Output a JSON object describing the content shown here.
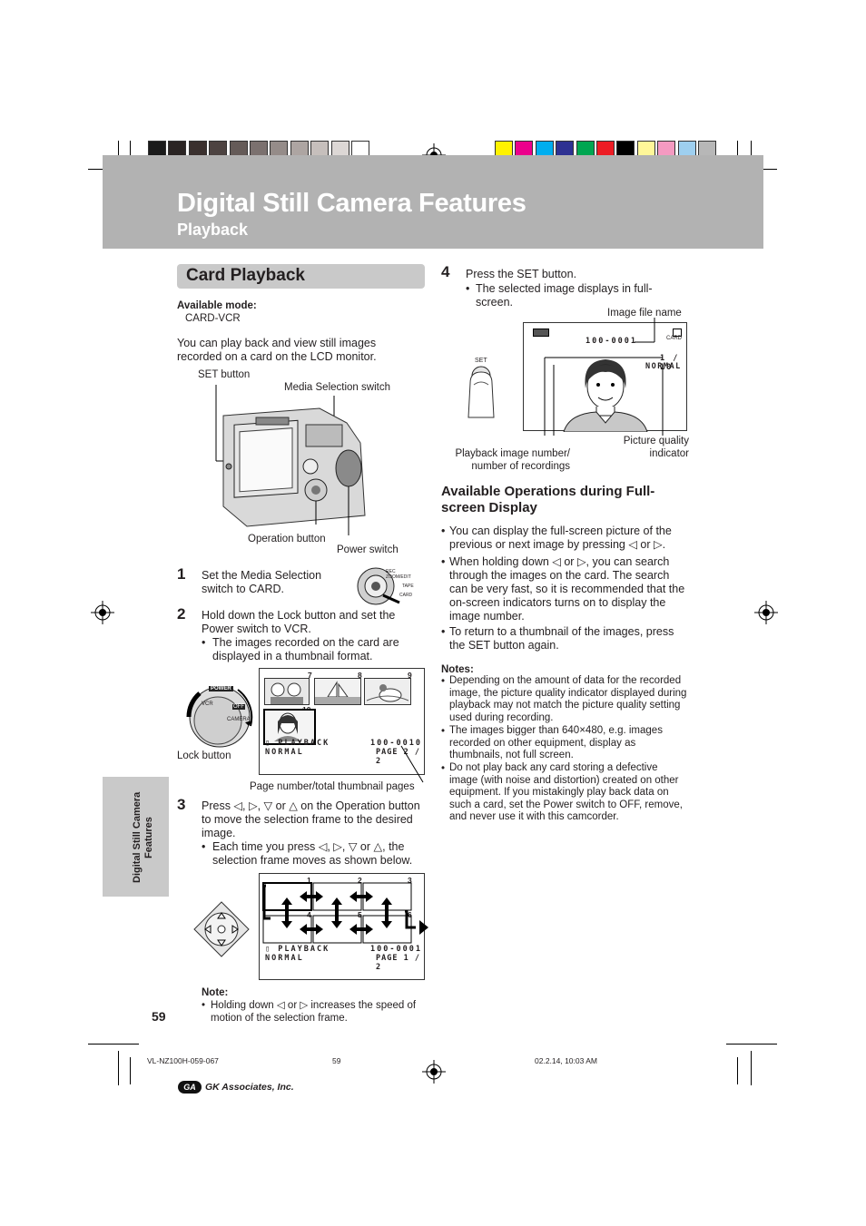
{
  "colors": {
    "gray_bar": [
      "#1a1a1a",
      "#2a2423",
      "#3a302e",
      "#4d4341",
      "#655b58",
      "#7b716f",
      "#958c89",
      "#ada5a2",
      "#c6bfbc",
      "#dcd7d5",
      "#ffffff"
    ],
    "color_bar": [
      "#fff200",
      "#ec008c",
      "#00aeef",
      "#2e3192",
      "#00a651",
      "#ed1c24",
      "#000000",
      "#fff799",
      "#f49ac1",
      "#9ecfef",
      "#b7b7b7"
    ],
    "header_band": "#b2b2b2",
    "section_box": "#c9c9c9"
  },
  "header": {
    "title": "Digital Still Camera Features",
    "subtitle": "Playback"
  },
  "section": {
    "title": "Card Playback"
  },
  "available_mode": {
    "label": "Available mode:",
    "value": "CARD-VCR"
  },
  "intro": "You can play back and view still images recorded on a card on the LCD monitor.",
  "camera_labels": {
    "set_button": "SET button",
    "media_switch": "Media Selection switch",
    "operation_button": "Operation button",
    "power_switch": "Power switch"
  },
  "steps": [
    {
      "num": "1",
      "text": "Set the Media Selection switch to CARD.",
      "bullet": ""
    },
    {
      "num": "2",
      "text": "Hold down the Lock button and set the Power switch to VCR.",
      "bullet": "The images recorded on the card are displayed in a thumbnail format."
    },
    {
      "num": "3",
      "text": "Press ◁, ▷, ▽ or △ on the Operation button to move the selection frame to the desired image.",
      "bullet": "Each time you press ◁, ▷, ▽ or △, the selection frame moves as shown below."
    },
    {
      "num": "4",
      "text": "Press the SET button.",
      "bullet": "The selected image displays in full-screen."
    }
  ],
  "switch_labels": {
    "rec": "REC",
    "zoom": "ZOOM/EDIT",
    "tape": "TAPE",
    "card": "CARD"
  },
  "dial_labels": {
    "power": "POWER",
    "vcr": "VCR",
    "camera": "CAMERA",
    "off": "OFF"
  },
  "lock_button": "Lock button",
  "thumb1": {
    "nums": [
      "7",
      "8",
      "9",
      "10"
    ],
    "mode": "PLAYBACK",
    "file": "100-0010",
    "quality": "NORMAL",
    "page": "PAGE 2 / 2"
  },
  "page_caption": "Page number/total thumbnail pages",
  "thumb2": {
    "nums": [
      "1",
      "2",
      "3",
      "4",
      "5",
      "6"
    ],
    "mode": "PLAYBACK",
    "file": "100-0001",
    "quality": "NORMAL",
    "page": "PAGE 1 / 2"
  },
  "note_left": {
    "label": "Note:",
    "text": "Holding down ◁ or ▷ increases the speed of motion of the selection frame."
  },
  "fullscreen": {
    "image_file_name": "Image file name",
    "card": "CARD",
    "file": "100-0001",
    "count": "1 / 10",
    "quality": "NORMAL",
    "set_label": "SET",
    "playback_label": "Playback image number/ number of recordings",
    "quality_label": "Picture quality indicator"
  },
  "ops": {
    "heading": "Available Operations during Full-screen Display",
    "items": [
      "You can display the full-screen picture of the previous or next image by pressing ◁ or ▷.",
      "When holding down ◁ or ▷, you can search through the images on the card. The search can be very fast, so it is recommended that the on-screen indicators turns on to display the image number.",
      "To return to a thumbnail of the images, press the SET button again."
    ]
  },
  "notes": {
    "label": "Notes:",
    "items": [
      "Depending on the amount of data for the recorded image, the picture quality indicator displayed during playback may not match the picture quality setting used during recording.",
      "The images bigger than 640×480, e.g. images recorded on other equipment, display as thumbnails, not full screen.",
      "Do not play back any card storing a defective image (with noise and distortion) created on other equipment. If you mistakingly play back data on such a card, set the Power switch to OFF, remove, and never use it with this camcorder."
    ]
  },
  "side_tab": "Digital Still Camera Features",
  "page_number": "59",
  "footer": {
    "file": "VL-NZ100H-059-067",
    "page": "59",
    "timestamp": "02.2.14, 10:03 AM",
    "company": "GK Associates, Inc.",
    "logo": "GA"
  }
}
